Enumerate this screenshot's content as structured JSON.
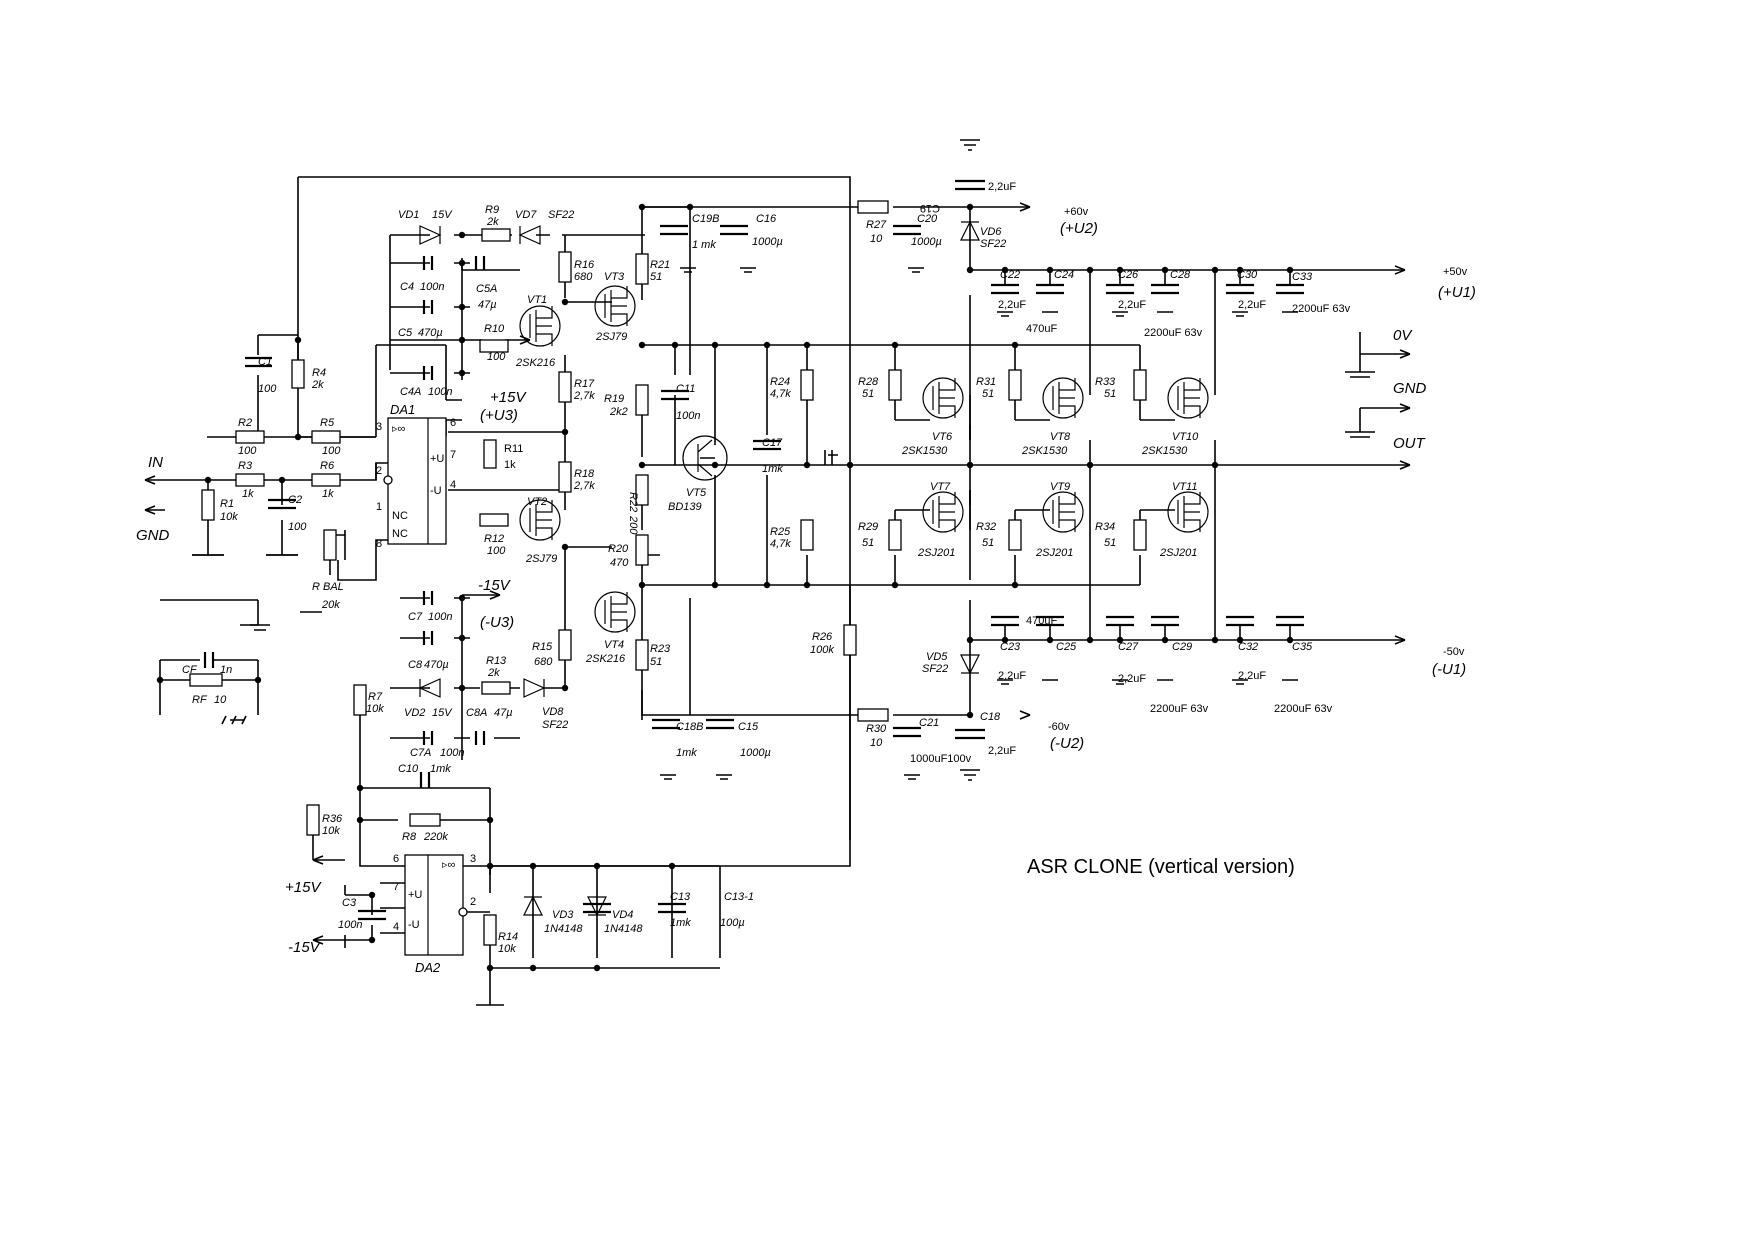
{
  "title": "ASR CLONE (vertical version)",
  "ports": {
    "in": "IN",
    "gnd_in": "GND",
    "zero_v": "0V",
    "gnd_out": "GND",
    "out": "OUT",
    "plus15_in": "+15V",
    "minus15_in": "-15V"
  },
  "rails": {
    "p60": "+60v",
    "p60_name": "(+U2)",
    "p50": "+50v",
    "p50_name": "(+U1)",
    "m50": "-50v",
    "m50_name": "(-U1)",
    "m60": "-60v",
    "m60_name": "(-U2)",
    "p15": "+15V",
    "p15_name": "(+U3)",
    "m15": "-15V",
    "m15_name": "(-U3)"
  },
  "parts": {
    "C1": [
      "C1",
      "100"
    ],
    "R4": [
      "R4",
      "2k"
    ],
    "R2": [
      "R2",
      "100"
    ],
    "R5": [
      "R5",
      "100"
    ],
    "R3": [
      "R3",
      "1k"
    ],
    "R6": [
      "R6",
      "1k"
    ],
    "R1": [
      "R1",
      "10k"
    ],
    "C2": [
      "C2",
      "100"
    ],
    "RBAL": [
      "R BAL",
      "20k"
    ],
    "CF": [
      "CF",
      "1n"
    ],
    "RF": [
      "RF",
      "10"
    ],
    "VD1": [
      "VD1",
      "15V"
    ],
    "R9": [
      "R9",
      "2k"
    ],
    "VD7": [
      "VD7",
      "SF22"
    ],
    "C4": [
      "C4",
      "100n"
    ],
    "C5A": [
      "C5A",
      "47µ"
    ],
    "C5": [
      "C5",
      "470µ"
    ],
    "R10": [
      "R10",
      "100"
    ],
    "C4A": [
      "C4A",
      "100n"
    ],
    "R11": [
      "R11",
      "1k"
    ],
    "R12": [
      "R12",
      "100"
    ],
    "C7": [
      "C7",
      "100n"
    ],
    "C8": [
      "C8",
      "470µ"
    ],
    "VD2": [
      "VD2",
      "15V"
    ],
    "R13": [
      "R13",
      "2k"
    ],
    "VD8": [
      "VD8",
      "SF22"
    ],
    "C8A": [
      "C8A",
      "47µ"
    ],
    "C7A": [
      "C7A",
      "100n"
    ],
    "R16": [
      "R16",
      "680"
    ],
    "R21": [
      "R21",
      "51"
    ],
    "R17": [
      "R17",
      "2,7k"
    ],
    "R18": [
      "R18",
      "2,7k"
    ],
    "R15": [
      "R15",
      "680"
    ],
    "R23": [
      "R23",
      "51"
    ],
    "VT1": [
      "VT1",
      "2SK216"
    ],
    "VT2": [
      "VT2",
      "2SJ79"
    ],
    "VT3": [
      "VT3",
      "2SJ79"
    ],
    "VT4": [
      "VT4",
      "2SK216"
    ],
    "C19B": [
      "C19B",
      "1 mk"
    ],
    "C16": [
      "C16",
      "1000µ"
    ],
    "C18B": [
      "C18B",
      "1mk"
    ],
    "C15": [
      "C15",
      "1000µ"
    ],
    "R19": [
      "R19",
      "2k2"
    ],
    "R22": [
      "R22",
      "200"
    ],
    "R20": [
      "R20",
      "470"
    ],
    "C11": [
      "C11",
      "100n"
    ],
    "VT5": [
      "VT5",
      "BD139"
    ],
    "C17": [
      "C17",
      "1mk"
    ],
    "R24": [
      "R24",
      "4,7k"
    ],
    "R25": [
      "R25",
      "4,7k"
    ],
    "R26": [
      "R26",
      "100k"
    ],
    "R27": [
      "R27",
      "10"
    ],
    "C20": [
      "C20",
      "1000µ"
    ],
    "C19": [
      "C19",
      "2,2uF"
    ],
    "VD6": [
      "VD6",
      "SF22"
    ],
    "R30": [
      "R30",
      "10"
    ],
    "C21": [
      "C21",
      "1000uF100v"
    ],
    "C18": [
      "C18",
      "2,2uF"
    ],
    "VD5": [
      "VD5",
      "SF22"
    ],
    "R28": [
      "R28",
      "51"
    ],
    "R31": [
      "R31",
      "51"
    ],
    "R33": [
      "R33",
      "51"
    ],
    "R29": [
      "R29",
      "51"
    ],
    "R32": [
      "R32",
      "51"
    ],
    "R34": [
      "R34",
      "51"
    ],
    "VT6": [
      "VT6",
      "2SK1530"
    ],
    "VT8": [
      "VT8",
      "2SK1530"
    ],
    "VT10": [
      "VT10",
      "2SK1530"
    ],
    "VT7": [
      "VT7",
      "2SJ201"
    ],
    "VT9": [
      "VT9",
      "2SJ201"
    ],
    "VT11": [
      "VT11",
      "2SJ201"
    ],
    "C22": [
      "C22",
      "2,2uF"
    ],
    "C24": [
      "C24",
      "470uF"
    ],
    "C26": [
      "C26",
      "2,2uF"
    ],
    "C28": [
      "C28",
      "2200uF 63v"
    ],
    "C30": [
      "C30",
      "2,2uF"
    ],
    "C33": [
      "C33",
      "2200uF 63v"
    ],
    "C23": [
      "C23",
      "2,2uF"
    ],
    "C25": [
      "C25",
      "470uF"
    ],
    "C27": [
      "C27",
      "2,2uF"
    ],
    "C29": [
      "C29",
      "2200uF 63v"
    ],
    "C32": [
      "C32",
      "2,2uF"
    ],
    "C35": [
      "C35",
      "2200uF 63v"
    ],
    "C10": [
      "C10",
      "1mk"
    ],
    "R8": [
      "R8",
      "220k"
    ],
    "R7": [
      "R7",
      "10k"
    ],
    "R36": [
      "R36",
      "10k"
    ],
    "C3": [
      "C3",
      "100n"
    ],
    "R14": [
      "R14",
      "10k"
    ],
    "VD3": [
      "VD3",
      "1N4148"
    ],
    "VD4": [
      "VD4",
      "1N4148"
    ],
    "C13": [
      "C13",
      "1mk"
    ],
    "C13_1": [
      "C13-1",
      "100µ"
    ]
  },
  "ic": {
    "DA1": {
      "name": "DA1",
      "sym": "▹∞",
      "pins": {
        "p3": "3",
        "p2": "2",
        "p1": "1",
        "p8": "8",
        "p6": "6",
        "p7": "7",
        "p4": "4"
      },
      "up": "+U",
      "un": "-U",
      "nc1": "NC",
      "nc2": "NC"
    },
    "DA2": {
      "name": "DA2",
      "sym": "▹∞",
      "pins": {
        "p6": "6",
        "p7": "7",
        "p4": "4",
        "p3": "3",
        "p2": "2"
      },
      "up": "+U",
      "un": "-U"
    }
  }
}
